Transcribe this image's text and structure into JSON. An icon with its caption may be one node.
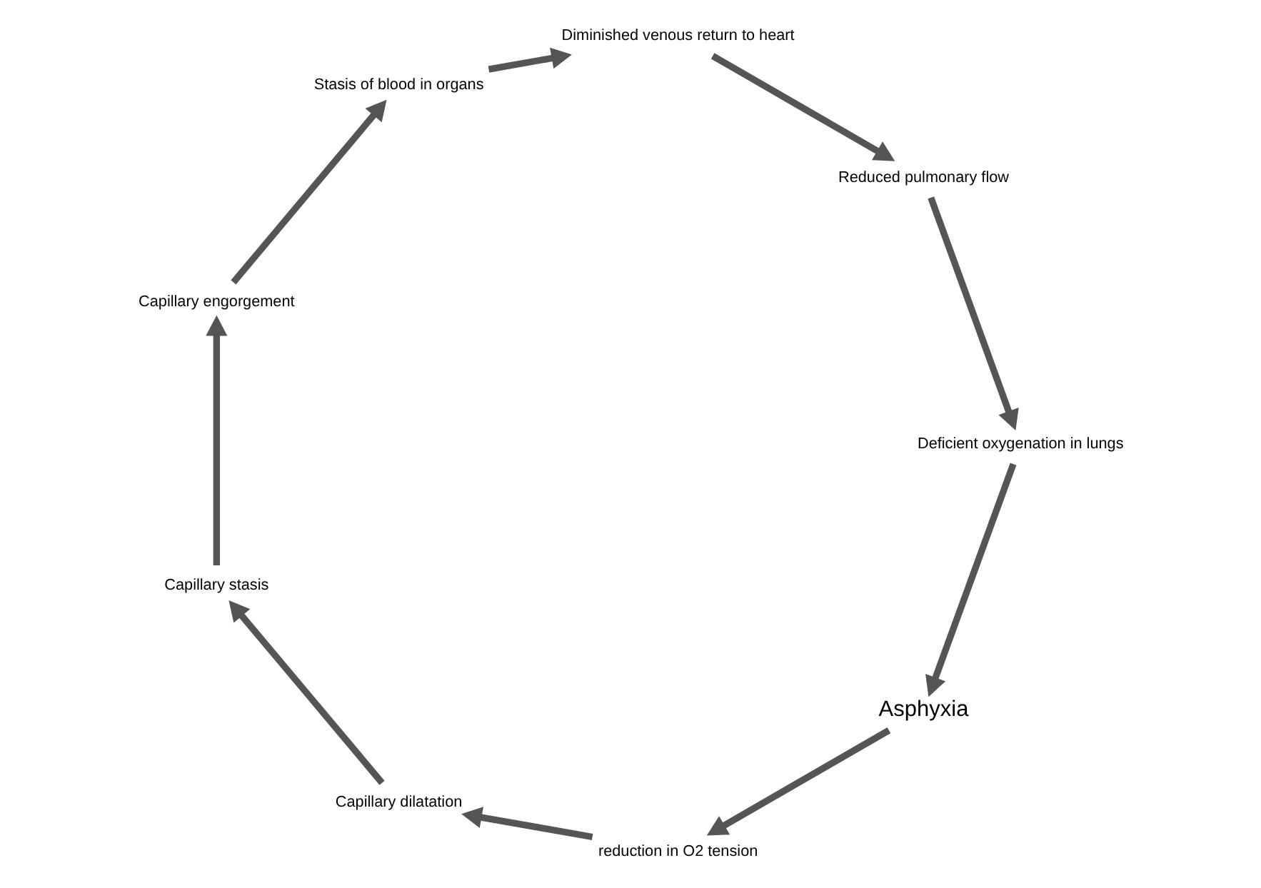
{
  "diagram": {
    "nodes": [
      {
        "text": [
          "Asphyxia"
        ]
      },
      {
        "text": [
          "reduction in O2 tension"
        ]
      },
      {
        "text": [
          "Capillary dilatation"
        ]
      },
      {
        "text": [
          "Capillary stasis"
        ]
      },
      {
        "text": [
          "Capillary engorgement"
        ]
      },
      {
        "text": [
          "Stasis of blood in organs"
        ]
      },
      {
        "text": [
          "Diminished venous return to heart"
        ]
      },
      {
        "text": [
          "Reduced pulmonary flow"
        ]
      },
      {
        "text": [
          "Deficient oxygenation in lungs"
        ]
      }
    ],
    "edges": [
      {
        "from": 0,
        "to": 1,
        "arrow": "to"
      },
      {
        "from": 1,
        "to": 2,
        "arrow": "to"
      },
      {
        "from": 2,
        "to": 3,
        "arrow": "to"
      },
      {
        "from": 3,
        "to": 4,
        "arrow": "to"
      },
      {
        "from": 4,
        "to": 5,
        "arrow": "to"
      },
      {
        "from": 5,
        "to": 6,
        "arrow": "to"
      },
      {
        "from": 6,
        "to": 7,
        "arrow": "to"
      },
      {
        "from": 7,
        "to": 8,
        "arrow": "to"
      },
      {
        "from": 8,
        "to": 0,
        "arrow": "to"
      }
    ]
  }
}
